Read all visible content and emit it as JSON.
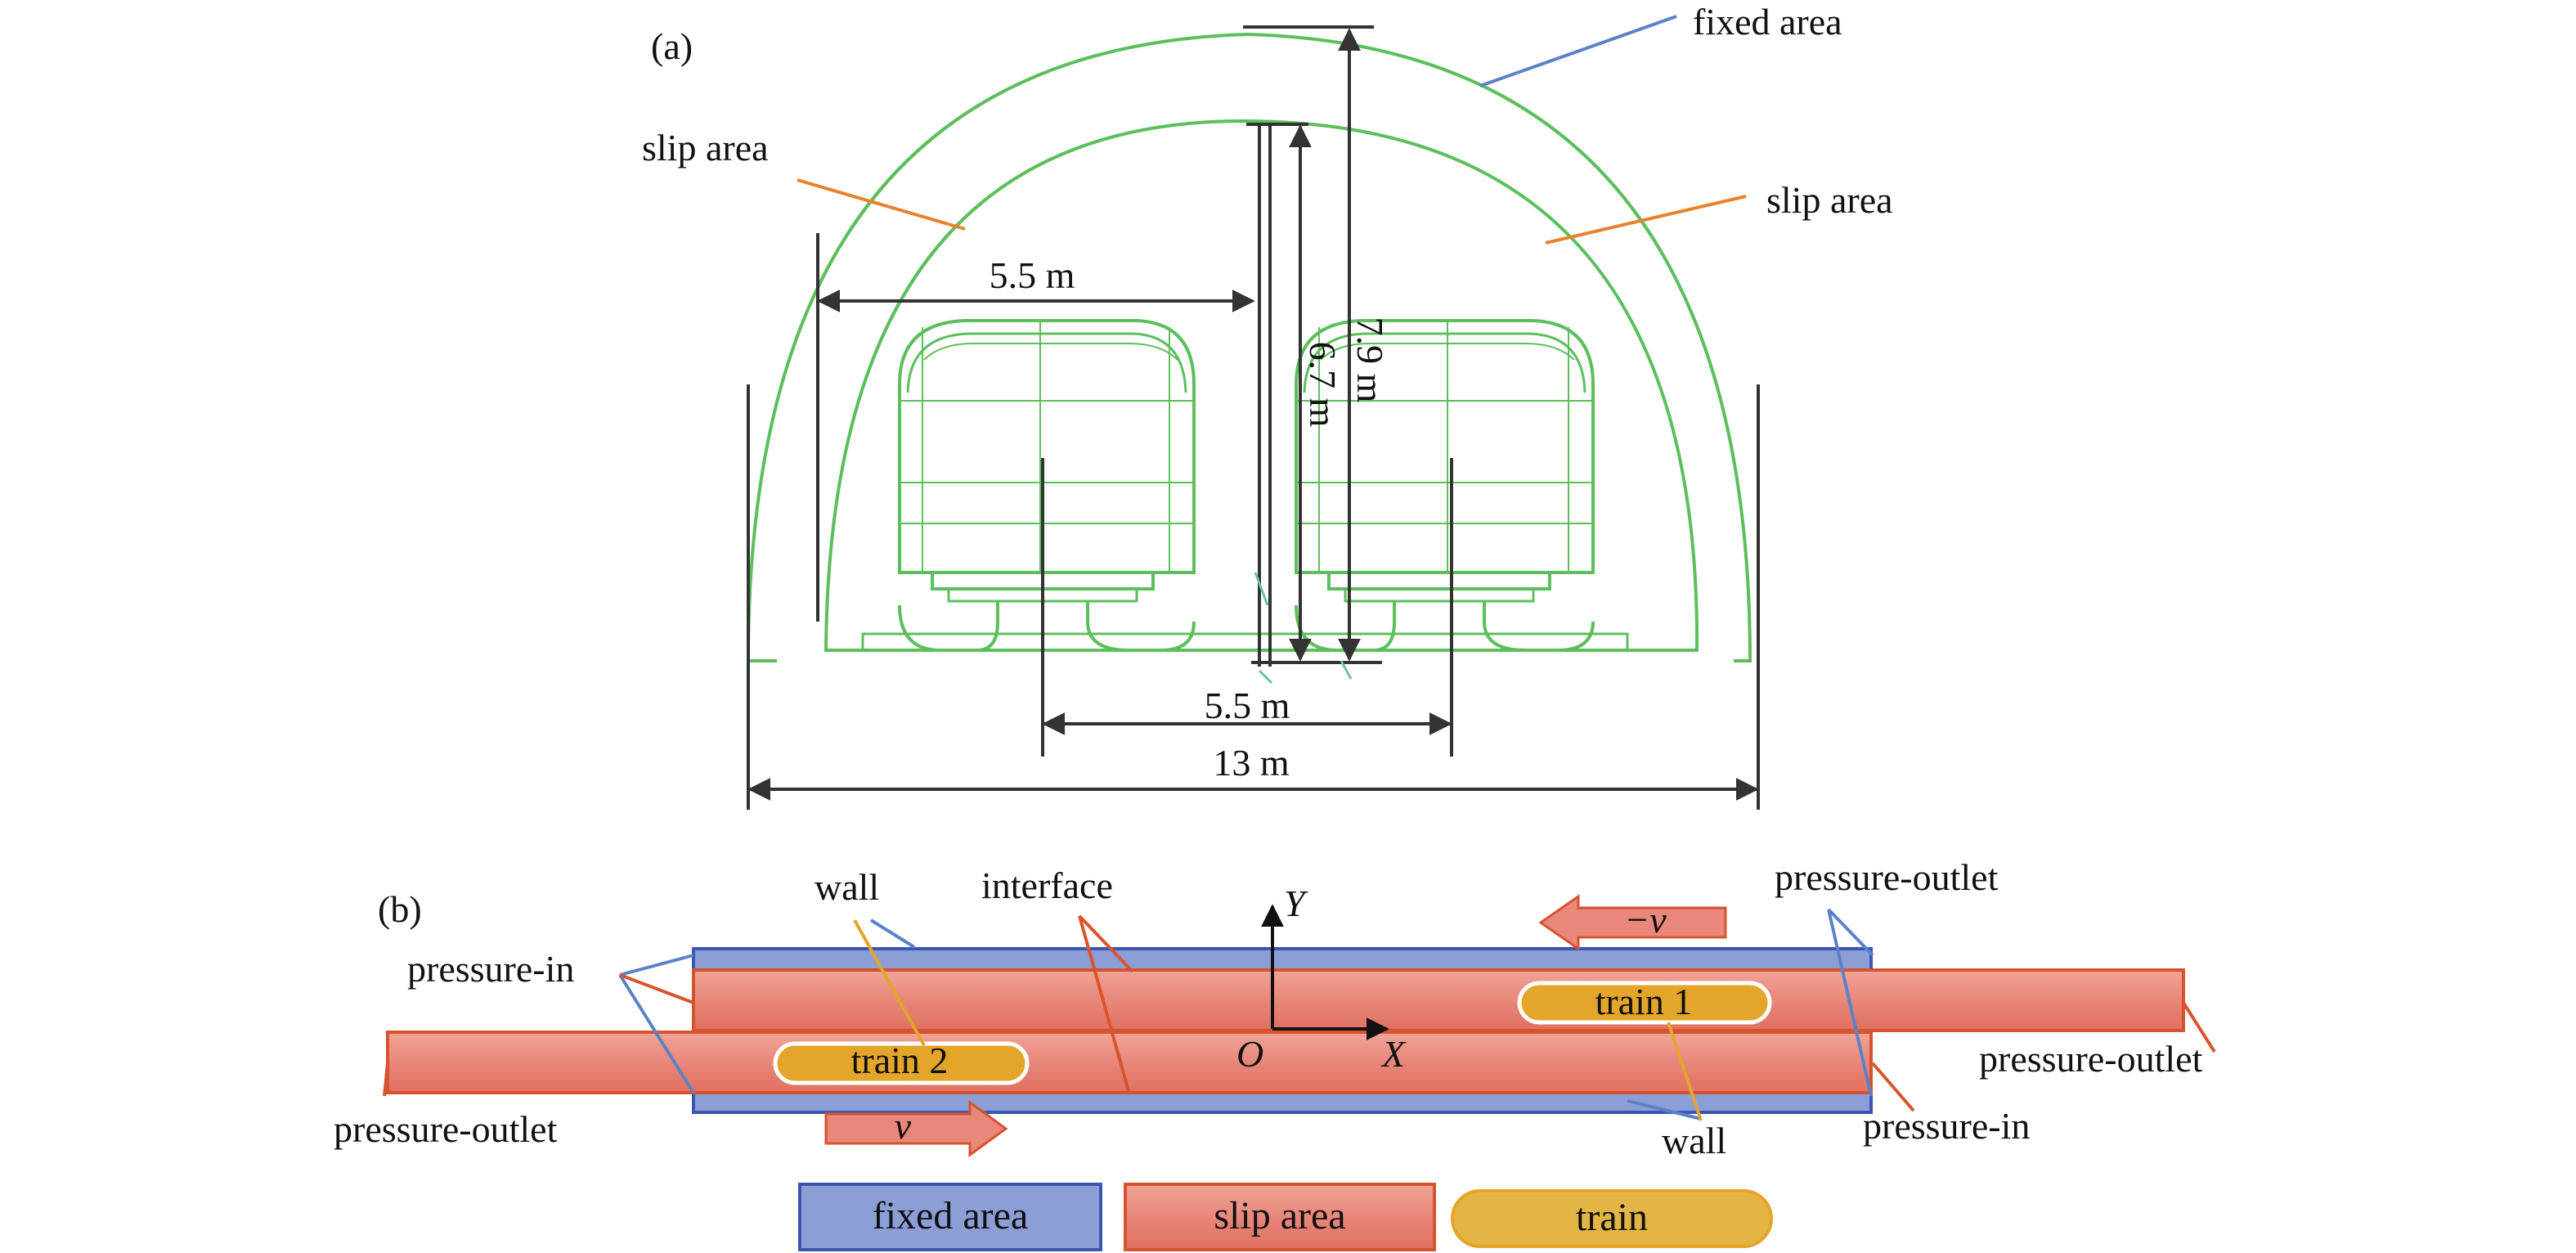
{
  "panel_a": {
    "tag": "(a)",
    "labels": {
      "fixed_area": "fixed area",
      "slip_area_left": "slip area",
      "slip_area_right": "slip area"
    },
    "dimensions": {
      "half_width_top": "5.5 m",
      "outer_height": "7.9 m",
      "inner_height": "6.7 m",
      "track_spacing": "5.5 m",
      "total_width": "13 m"
    }
  },
  "panel_b": {
    "tag": "(b)",
    "labels": {
      "wall_top": "wall",
      "interface": "interface",
      "pressure_in_left": "pressure-in",
      "pressure_outlet_left": "pressure-outlet",
      "pressure_outlet_top_right": "pressure-outlet",
      "pressure_outlet_right": "pressure-outlet",
      "pressure_in_right": "pressure-in",
      "wall_bottom": "wall",
      "train_1": "train 1",
      "train_2": "train 2",
      "axis_y": "Y",
      "axis_x": "X",
      "origin": "O",
      "velocity_neg": "−v",
      "velocity_pos": "v"
    }
  },
  "legend": {
    "fixed_area": "fixed area",
    "slip_area": "slip area",
    "train": "train"
  },
  "colors": {
    "green_outline": "#5cbf5c",
    "fixed_fill": "#8b9fd6",
    "fixed_stroke": "#3a56b0",
    "slip_fill": "#e8877a",
    "slip_stroke": "#d5532f",
    "train_fill": "#e3a52a",
    "leader_blue": "#5b82c8",
    "leader_orange": "#e8822c",
    "leader_red": "#d9542d",
    "dim_line": "#333333"
  }
}
